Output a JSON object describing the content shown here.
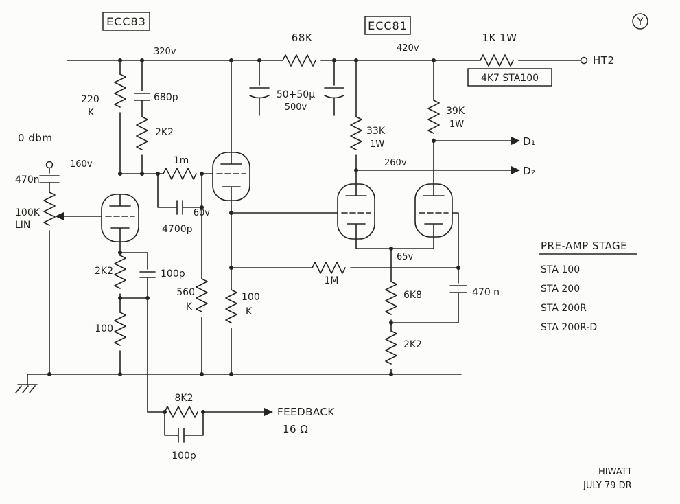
{
  "schematic": {
    "page_mark": "Y",
    "tubes": {
      "ecc83": "ECC83",
      "ecc81": "ECC81"
    },
    "supply": {
      "ht2": "HT2",
      "v320": "320v",
      "v420": "420v",
      "r68k": "68K",
      "r1k": "1K 1W",
      "alt": "4K7 STA100",
      "filter": "50+50μ",
      "filter_v": "500v"
    },
    "input": {
      "level": "0 dbm",
      "cap": "470n",
      "pot": "100K",
      "pot_taper": "LIN"
    },
    "stage1": {
      "r220k": "220",
      "r220k_u": "K",
      "c680p": "680p",
      "r2k2_top": "2K2",
      "v160": "160v",
      "r1m": "1m",
      "c4700p": "4700p",
      "r2k2_cath": "2K2",
      "c100p": "100p",
      "r100": "100",
      "v60": "60v",
      "r560k": "560",
      "r560k_u": "K",
      "r100k": "100",
      "r100k_u": "K"
    },
    "stage2": {
      "r33k": "33K",
      "r33k_w": "1W",
      "r39k": "39K",
      "r39k_w": "1W",
      "d1": "D₁",
      "d2": "D₂",
      "v260": "260v",
      "v65": "65v",
      "r1m": "1M",
      "r6k8": "6K8",
      "c470n": "470 n",
      "r2k2": "2K2"
    },
    "feedback": {
      "r8k2": "8K2",
      "c100p": "100p",
      "label": "FEEDBACK",
      "tap": "16 Ω"
    },
    "notes": {
      "title": "PRE-AMP STAGE",
      "models": [
        "STA 100",
        "STA 200",
        "STA 200R",
        "STA 200R-D"
      ]
    },
    "credit": {
      "line1": "HIWATT",
      "line2": "JULY 79 DR"
    }
  }
}
